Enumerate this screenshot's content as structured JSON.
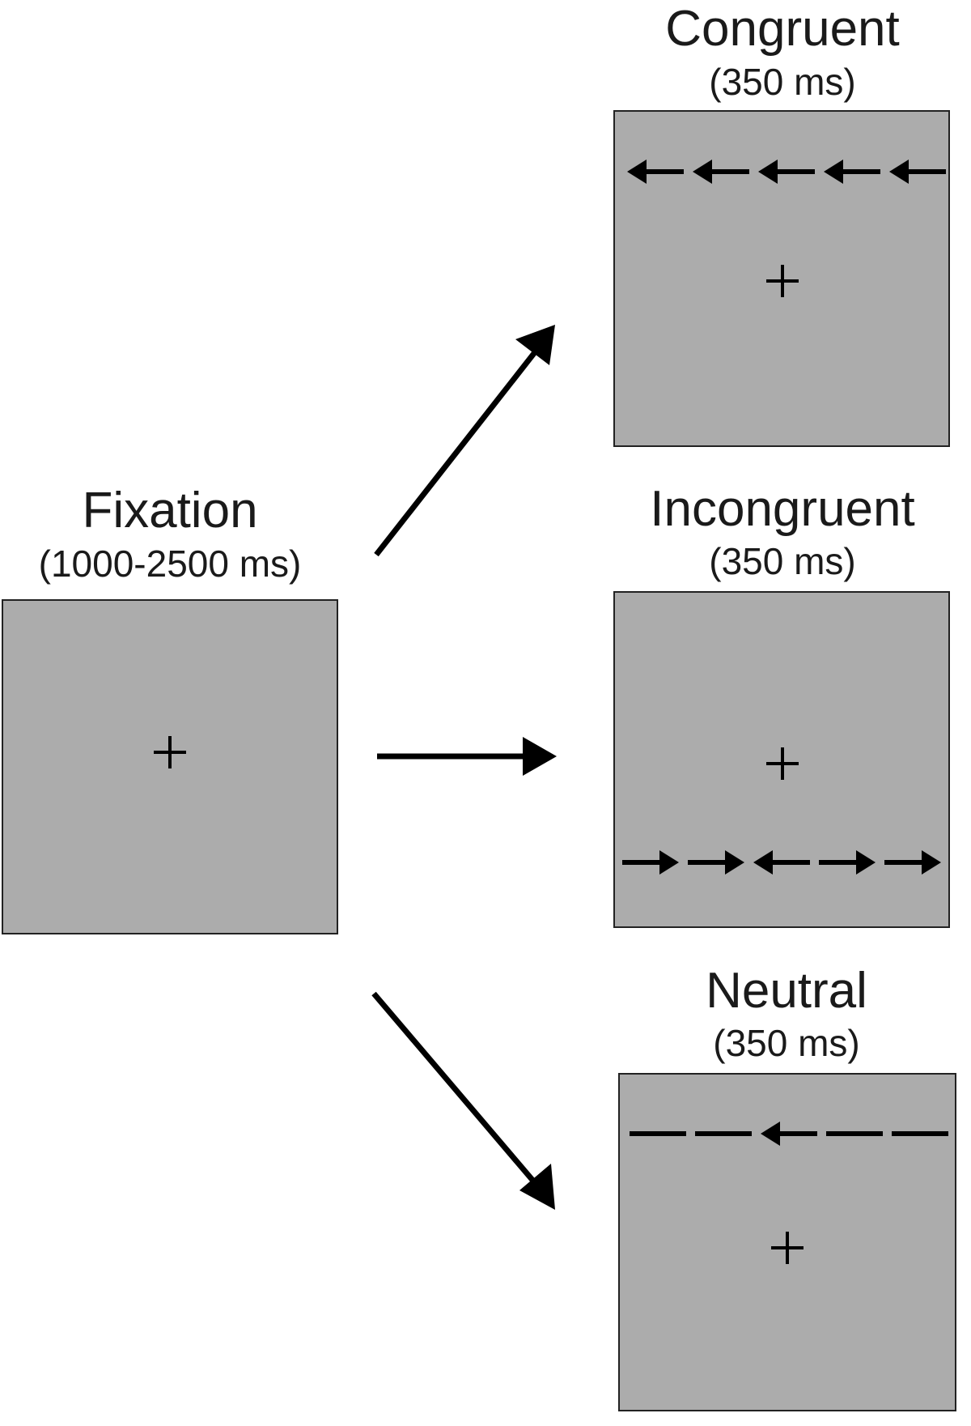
{
  "fixation": {
    "title": "Fixation",
    "duration": "(1000-2500 ms)",
    "symbol": "+"
  },
  "conditions": [
    {
      "id": "congruent",
      "title": "Congruent",
      "duration": "(350 ms)",
      "symbol": "+",
      "flankers": [
        "left-arrow",
        "left-arrow",
        "left-arrow",
        "left-arrow",
        "left-arrow"
      ],
      "row_position": "above"
    },
    {
      "id": "incongruent",
      "title": "Incongruent",
      "duration": "(350 ms)",
      "symbol": "+",
      "flankers": [
        "right-arrow",
        "right-arrow",
        "left-arrow",
        "right-arrow",
        "right-arrow"
      ],
      "row_position": "below"
    },
    {
      "id": "neutral",
      "title": "Neutral",
      "duration": "(350 ms)",
      "symbol": "+",
      "flankers": [
        "dash",
        "dash",
        "left-arrow",
        "dash",
        "dash"
      ],
      "row_position": "above"
    }
  ],
  "colors": {
    "screen": "#acacac",
    "ink": "#000000"
  }
}
